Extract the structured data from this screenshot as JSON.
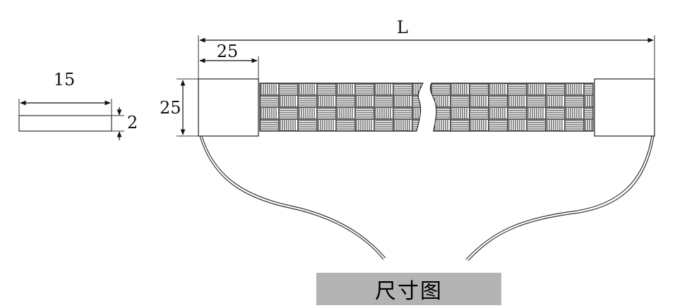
{
  "labels": {
    "cross_section_width": "15",
    "cross_section_thickness": "2",
    "total_length": "L",
    "end_length": "25",
    "end_height": "25"
  },
  "caption": "尺寸图"
}
